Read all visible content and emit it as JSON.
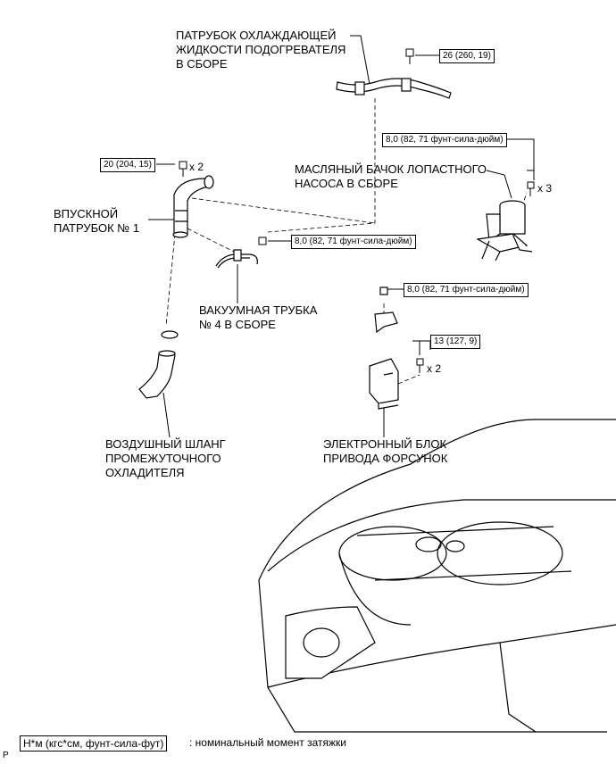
{
  "labels": {
    "heater_pipe": [
      "ПАТРУБОК ОХЛАЖДАЮЩЕЙ",
      "ЖИДКОСТИ ПОДОГРЕВАТЕЛЯ",
      "В СБОРЕ"
    ],
    "oil_reservoir": [
      "МАСЛЯНЫЙ БАЧОК ЛОПАСТНОГО",
      "НАСОСА В СБОРЕ"
    ],
    "intake_pipe": [
      "ВПУСКНОЙ",
      "ПАТРУБОК № 1"
    ],
    "vacuum_tube": [
      "ВАКУУМНАЯ ТРУБКА",
      "№ 4 В СБОРЕ"
    ],
    "intercooler_hose": [
      "ВОЗДУШНЫЙ ШЛАНГ",
      "ПРОМЕЖУТОЧНОГО",
      "ОХЛАДИТЕЛЯ"
    ],
    "injector_driver": [
      "ЭЛЕКТРОННЫЙ БЛОК",
      "ПРИВОДА ФОРСУНОК"
    ]
  },
  "torques": {
    "heater_pipe_bolt": "26 (260, 19)",
    "intake_bolt": "20 (204, 15)",
    "reservoir_bolt": "8,0 (82, 71 фунт-сила-дюйм)",
    "vacuum_bolt": "8,0 (82, 71 фунт-сила-дюйм)",
    "driver_bracket_bolt": "8,0 (82, 71 фунт-сила-дюйм)",
    "driver_bolt": "13 (127, 9)"
  },
  "multipliers": {
    "intake": "x 2",
    "reservoir": "x 3",
    "driver": "x 2"
  },
  "legend": {
    "key": "Н*м (кгс*см, фунт-сила-фут)",
    "text": ": номинальный момент затяжки"
  },
  "corner_mark": "P"
}
